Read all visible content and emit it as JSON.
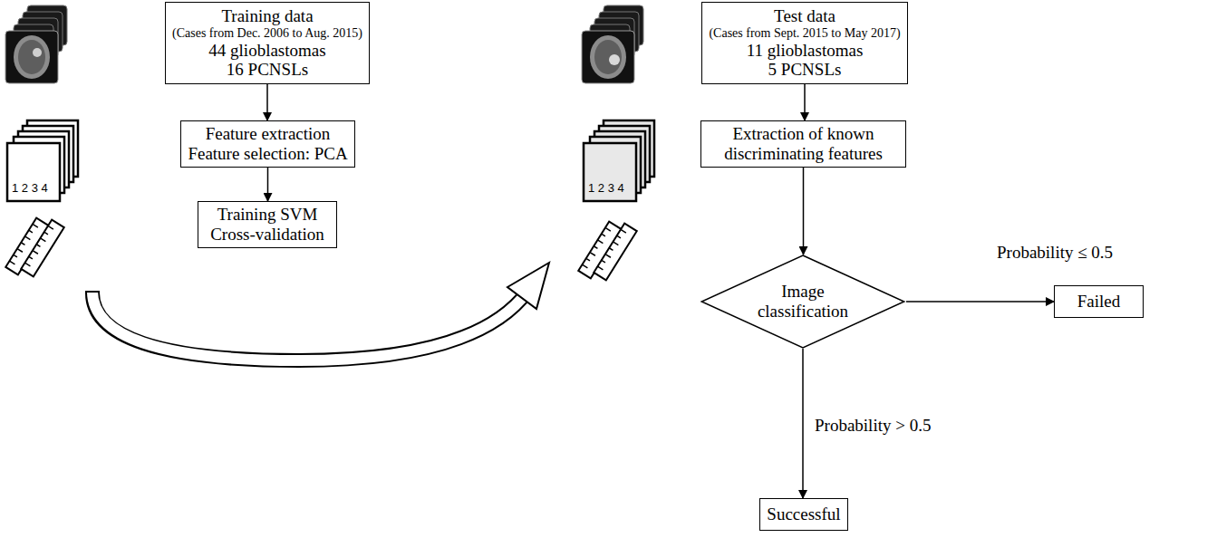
{
  "diagram": {
    "nodes": [
      {
        "text": [
          "Training data",
          "(Cases from Dec. 2006 to Aug. 2015)",
          "44 glioblastomas",
          "16 PCNSLs"
        ]
      },
      {
        "text": [
          "Feature extraction",
          "Feature selection: PCA"
        ]
      },
      {
        "text": [
          "Training SVM",
          "Cross-validation"
        ]
      },
      {
        "text": [
          "Test data",
          "(Cases from Sept. 2015 to May 2017)",
          "11 glioblastomas",
          "5 PCNSLs"
        ]
      },
      {
        "text": [
          "Extraction of known discriminating features"
        ]
      },
      {
        "text": [
          "Image classification"
        ]
      },
      {
        "text": [
          "Failed"
        ]
      },
      {
        "text": [
          "Successful"
        ]
      }
    ],
    "edges": [
      {
        "from": 0,
        "to": 1,
        "arrow": "to"
      },
      {
        "from": 1,
        "to": 2,
        "arrow": "to"
      },
      {
        "from": 3,
        "to": 4,
        "arrow": "to"
      },
      {
        "from": 4,
        "to": 5,
        "arrow": "to"
      },
      {
        "from": 5,
        "to": 6,
        "label": "Probability ≤ 0.5",
        "arrow": "to"
      },
      {
        "from": 5,
        "to": 7,
        "label": "Probability > 0.5",
        "arrow": "to"
      }
    ],
    "labels": [
      "1 2 3 4",
      "1 2 3 4"
    ]
  }
}
